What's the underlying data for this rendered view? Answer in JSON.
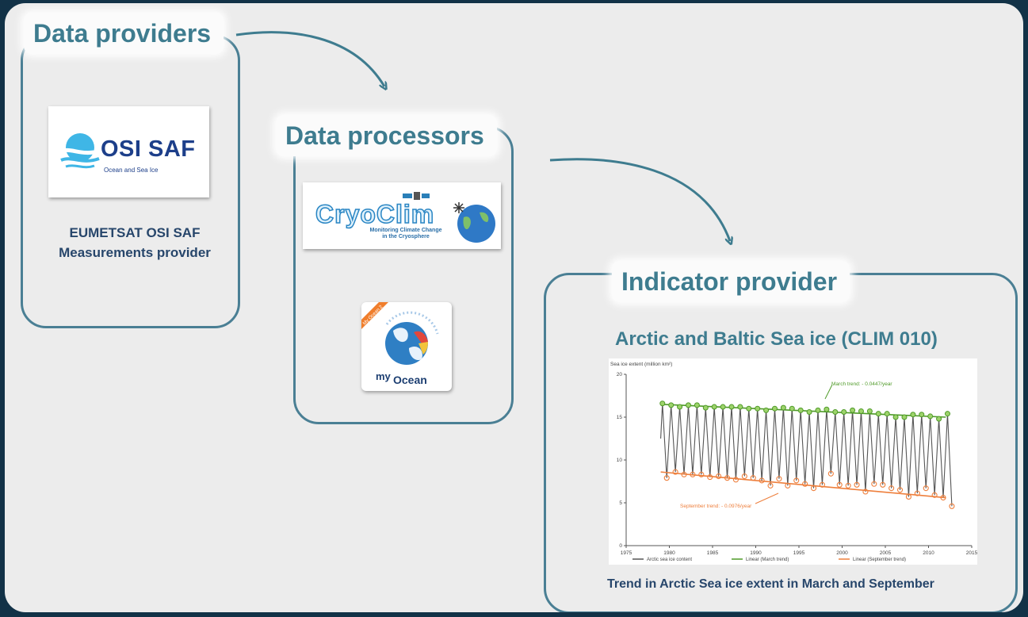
{
  "providers": {
    "title": "Data providers",
    "logo": {
      "name": "OSI SAF",
      "subtitle": "Ocean and Sea Ice"
    },
    "caption_line1": "EUMETSAT OSI SAF",
    "caption_line2": "Measurements provider"
  },
  "processors": {
    "title": "Data processors",
    "cryoclim": {
      "name": "CryoClim",
      "subtitle_line1": "Monitoring Climate Change",
      "subtitle_line2": "in the Cryosphere"
    },
    "myocean": {
      "ribbon": "My Ocean 2",
      "prefix": "my",
      "name": "Ocean"
    }
  },
  "indicator": {
    "title": "Indicator provider",
    "chart_title": "Arctic and Baltic Sea ice (CLIM 010)",
    "caption": "Trend in Arctic Sea ice extent in March and September"
  },
  "colors": {
    "accent": "#3e7c8f",
    "frame": "#4a7f94",
    "caption": "#27466b",
    "series": "#555555",
    "march": "#4f9a28",
    "september": "#ee7f3c"
  },
  "chart_data": {
    "type": "line",
    "title": "",
    "ylabel": "Sea ice extent (million km²)",
    "xlabel": "",
    "xlim": [
      1975,
      2015
    ],
    "ylim": [
      0,
      20
    ],
    "xticks": [
      "1975",
      "1980",
      "1985",
      "1990",
      "1995",
      "2000",
      "2005",
      "2010",
      "2015"
    ],
    "yticks": [
      "0",
      "5",
      "10",
      "15",
      "20"
    ],
    "years": [
      1979,
      1980,
      1981,
      1982,
      1983,
      1984,
      1985,
      1986,
      1987,
      1988,
      1989,
      1990,
      1991,
      1992,
      1993,
      1994,
      1995,
      1996,
      1997,
      1998,
      1999,
      2000,
      2001,
      2002,
      2003,
      2004,
      2005,
      2006,
      2007,
      2008,
      2009,
      2010,
      2011,
      2012
    ],
    "series": [
      {
        "name": "Arctic sea ice content",
        "role": "monthly"
      },
      {
        "name": "Linear (March trend)",
        "role": "march",
        "trend_line": [
          [
            1979,
            16.5
          ],
          [
            2012,
            15.0
          ]
        ],
        "values": [
          16.6,
          16.4,
          16.2,
          16.4,
          16.4,
          16.1,
          16.2,
          16.2,
          16.2,
          16.2,
          16.0,
          16.0,
          15.8,
          16.0,
          16.1,
          16.0,
          15.8,
          15.6,
          15.8,
          15.9,
          15.6,
          15.6,
          15.8,
          15.7,
          15.7,
          15.4,
          15.4,
          15.0,
          15.0,
          15.3,
          15.3,
          15.1,
          14.8,
          15.4
        ]
      },
      {
        "name": "Linear (September trend)",
        "role": "september",
        "trend_line": [
          [
            1979,
            8.6
          ],
          [
            2012,
            5.6
          ]
        ],
        "values": [
          7.9,
          8.6,
          8.3,
          8.3,
          8.3,
          8.0,
          8.1,
          7.9,
          7.7,
          8.1,
          7.9,
          7.6,
          7.0,
          7.8,
          7.0,
          7.6,
          7.2,
          6.7,
          7.1,
          8.4,
          7.1,
          7.0,
          7.1,
          6.3,
          7.2,
          7.1,
          6.7,
          6.5,
          5.7,
          6.1,
          6.7,
          5.9,
          5.6,
          4.6
        ]
      }
    ],
    "annotations": [
      "March trend: - 0.0447/year",
      "September trend: - 0.0976/year"
    ],
    "legend_position": "bottom",
    "grid": false
  }
}
